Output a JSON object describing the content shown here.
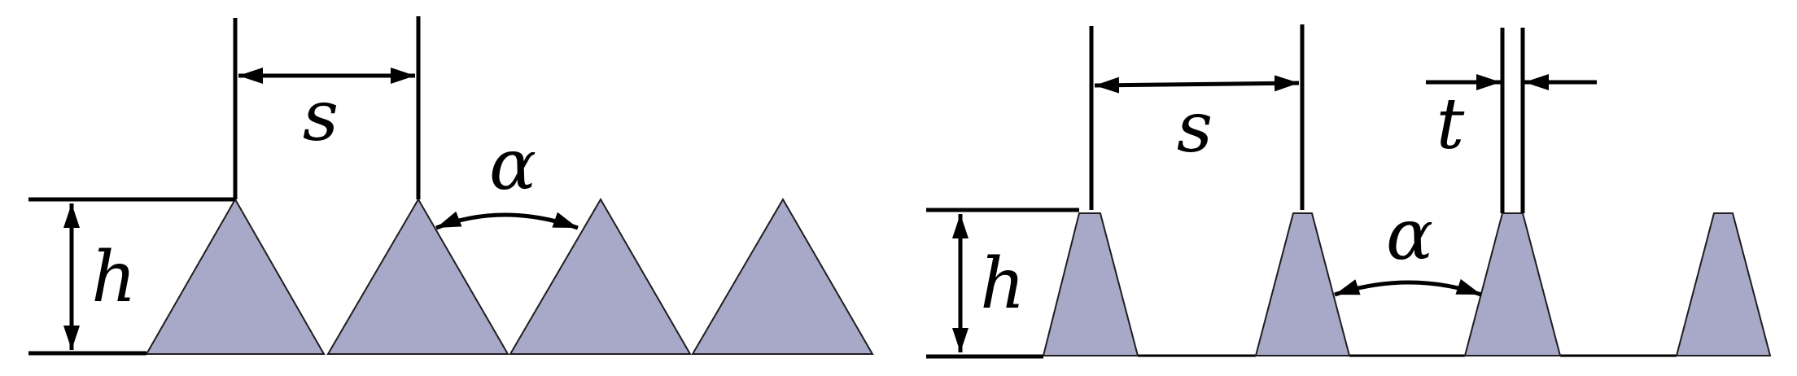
{
  "colors": {
    "tooth_fill": "#a8a8c8",
    "line": "#000000"
  },
  "left_profile": {
    "shape": "triangular",
    "tooth_count": 4,
    "labels": {
      "pitch": "s",
      "height": "h",
      "angle": "α"
    }
  },
  "right_profile": {
    "shape": "trapezoidal",
    "tooth_count": 4,
    "labels": {
      "pitch": "s",
      "height": "h",
      "angle": "α",
      "tip_width": "t"
    }
  }
}
